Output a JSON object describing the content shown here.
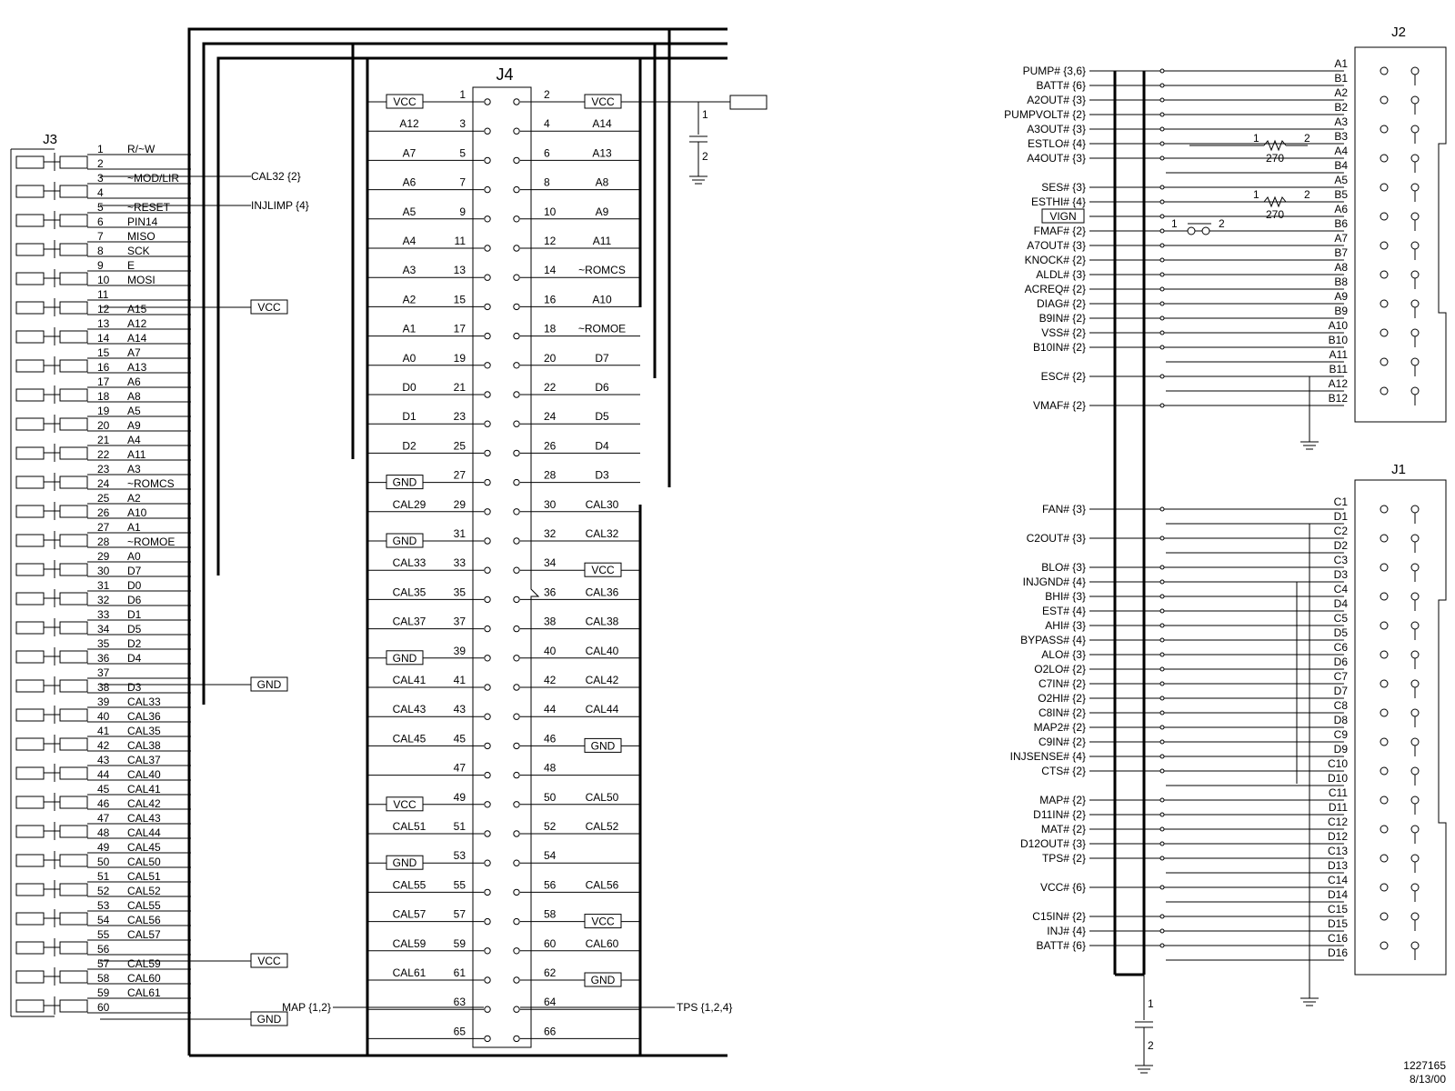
{
  "drawing": {
    "number": "1227165",
    "date": "8/13/00"
  },
  "j3": {
    "title": "J3",
    "pins": [
      {
        "n": "1",
        "label": "R/~W"
      },
      {
        "n": "2",
        "label": ""
      },
      {
        "n": "3",
        "label": "~MOD/LIR"
      },
      {
        "n": "4",
        "label": ""
      },
      {
        "n": "5",
        "label": "~RESET"
      },
      {
        "n": "6",
        "label": "PIN14"
      },
      {
        "n": "7",
        "label": "MISO"
      },
      {
        "n": "8",
        "label": "SCK"
      },
      {
        "n": "9",
        "label": "E"
      },
      {
        "n": "10",
        "label": "MOSI"
      },
      {
        "n": "11",
        "label": ""
      },
      {
        "n": "12",
        "label": "A15"
      },
      {
        "n": "13",
        "label": "A12"
      },
      {
        "n": "14",
        "label": "A14"
      },
      {
        "n": "15",
        "label": "A7"
      },
      {
        "n": "16",
        "label": "A13"
      },
      {
        "n": "17",
        "label": "A6"
      },
      {
        "n": "18",
        "label": "A8"
      },
      {
        "n": "19",
        "label": "A5"
      },
      {
        "n": "20",
        "label": "A9"
      },
      {
        "n": "21",
        "label": "A4"
      },
      {
        "n": "22",
        "label": "A11"
      },
      {
        "n": "23",
        "label": "A3"
      },
      {
        "n": "24",
        "label": "~ROMCS"
      },
      {
        "n": "25",
        "label": "A2"
      },
      {
        "n": "26",
        "label": "A10"
      },
      {
        "n": "27",
        "label": "A1"
      },
      {
        "n": "28",
        "label": "~ROMOE"
      },
      {
        "n": "29",
        "label": "A0"
      },
      {
        "n": "30",
        "label": "D7"
      },
      {
        "n": "31",
        "label": "D0"
      },
      {
        "n": "32",
        "label": "D6"
      },
      {
        "n": "33",
        "label": "D1"
      },
      {
        "n": "34",
        "label": "D5"
      },
      {
        "n": "35",
        "label": "D2"
      },
      {
        "n": "36",
        "label": "D4"
      },
      {
        "n": "37",
        "label": ""
      },
      {
        "n": "38",
        "label": "D3"
      },
      {
        "n": "39",
        "label": "CAL33"
      },
      {
        "n": "40",
        "label": "CAL36"
      },
      {
        "n": "41",
        "label": "CAL35"
      },
      {
        "n": "42",
        "label": "CAL38"
      },
      {
        "n": "43",
        "label": "CAL37"
      },
      {
        "n": "44",
        "label": "CAL40"
      },
      {
        "n": "45",
        "label": "CAL41"
      },
      {
        "n": "46",
        "label": "CAL42"
      },
      {
        "n": "47",
        "label": "CAL43"
      },
      {
        "n": "48",
        "label": "CAL44"
      },
      {
        "n": "49",
        "label": "CAL45"
      },
      {
        "n": "50",
        "label": "CAL50"
      },
      {
        "n": "51",
        "label": "CAL51"
      },
      {
        "n": "52",
        "label": "CAL52"
      },
      {
        "n": "53",
        "label": "CAL55"
      },
      {
        "n": "54",
        "label": "CAL56"
      },
      {
        "n": "55",
        "label": "CAL57"
      },
      {
        "n": "56",
        "label": ""
      },
      {
        "n": "57",
        "label": "CAL59"
      },
      {
        "n": "58",
        "label": "CAL60"
      },
      {
        "n": "59",
        "label": "CAL61"
      },
      {
        "n": "60",
        "label": ""
      }
    ],
    "nets": {
      "cal32": "CAL32 {2}",
      "injlimp": "INJLIMP {4}",
      "vcc1": "VCC",
      "gnd1": "GND",
      "vcc2": "VCC",
      "gnd2": "GND"
    },
    "map": "MAP {1,2}"
  },
  "j4": {
    "title": "J4",
    "left": [
      {
        "n": "1",
        "sig": "VCC",
        "box": true
      },
      {
        "n": "3",
        "sig": "A12"
      },
      {
        "n": "5",
        "sig": "A7"
      },
      {
        "n": "7",
        "sig": "A6"
      },
      {
        "n": "9",
        "sig": "A5"
      },
      {
        "n": "11",
        "sig": "A4"
      },
      {
        "n": "13",
        "sig": "A3"
      },
      {
        "n": "15",
        "sig": "A2"
      },
      {
        "n": "17",
        "sig": "A1"
      },
      {
        "n": "19",
        "sig": "A0"
      },
      {
        "n": "21",
        "sig": "D0"
      },
      {
        "n": "23",
        "sig": "D1"
      },
      {
        "n": "25",
        "sig": "D2"
      },
      {
        "n": "27",
        "sig": "GND",
        "box": true
      },
      {
        "n": "29",
        "sig": "CAL29"
      },
      {
        "n": "31",
        "sig": "GND",
        "box": true
      },
      {
        "n": "33",
        "sig": "CAL33"
      },
      {
        "n": "35",
        "sig": "CAL35"
      },
      {
        "n": "37",
        "sig": "CAL37"
      },
      {
        "n": "39",
        "sig": "GND",
        "box": true
      },
      {
        "n": "41",
        "sig": "CAL41"
      },
      {
        "n": "43",
        "sig": "CAL43"
      },
      {
        "n": "45",
        "sig": "CAL45"
      },
      {
        "n": "47",
        "sig": ""
      },
      {
        "n": "49",
        "sig": "VCC",
        "box": true
      },
      {
        "n": "51",
        "sig": "CAL51"
      },
      {
        "n": "53",
        "sig": "GND",
        "box": true
      },
      {
        "n": "55",
        "sig": "CAL55"
      },
      {
        "n": "57",
        "sig": "CAL57"
      },
      {
        "n": "59",
        "sig": "CAL59"
      },
      {
        "n": "61",
        "sig": "CAL61"
      },
      {
        "n": "63",
        "sig": ""
      },
      {
        "n": "65",
        "sig": ""
      }
    ],
    "right": [
      {
        "n": "2",
        "sig": "VCC",
        "box": true
      },
      {
        "n": "4",
        "sig": "A14"
      },
      {
        "n": "6",
        "sig": "A13"
      },
      {
        "n": "8",
        "sig": "A8"
      },
      {
        "n": "10",
        "sig": "A9"
      },
      {
        "n": "12",
        "sig": "A11"
      },
      {
        "n": "14",
        "sig": "~ROMCS"
      },
      {
        "n": "16",
        "sig": "A10"
      },
      {
        "n": "18",
        "sig": "~ROMOE"
      },
      {
        "n": "20",
        "sig": "D7"
      },
      {
        "n": "22",
        "sig": "D6"
      },
      {
        "n": "24",
        "sig": "D5"
      },
      {
        "n": "26",
        "sig": "D4"
      },
      {
        "n": "28",
        "sig": "D3"
      },
      {
        "n": "30",
        "sig": "CAL30"
      },
      {
        "n": "32",
        "sig": "CAL32"
      },
      {
        "n": "34",
        "sig": "VCC",
        "box": true
      },
      {
        "n": "36",
        "sig": "CAL36"
      },
      {
        "n": "38",
        "sig": "CAL38"
      },
      {
        "n": "40",
        "sig": "CAL40"
      },
      {
        "n": "42",
        "sig": "CAL42"
      },
      {
        "n": "44",
        "sig": "CAL44"
      },
      {
        "n": "46",
        "sig": "GND",
        "box": true
      },
      {
        "n": "48",
        "sig": ""
      },
      {
        "n": "50",
        "sig": "CAL50"
      },
      {
        "n": "52",
        "sig": "CAL52"
      },
      {
        "n": "54",
        "sig": ""
      },
      {
        "n": "56",
        "sig": "CAL56"
      },
      {
        "n": "58",
        "sig": "VCC",
        "box": true
      },
      {
        "n": "60",
        "sig": "CAL60"
      },
      {
        "n": "62",
        "sig": "GND",
        "box": true
      },
      {
        "n": "64",
        "sig": ""
      },
      {
        "n": "66",
        "sig": ""
      }
    ],
    "tps": "TPS {1,2,4}",
    "cap": {
      "p1": "1",
      "p2": "2"
    }
  },
  "j2": {
    "title": "J2",
    "signals": [
      "PUMP# {3,6}",
      "BATT# {6}",
      "A2OUT# {3}",
      "PUMPVOLT# {2}",
      "A3OUT# {3}",
      "ESTLO# {4}",
      "A4OUT# {3}",
      "",
      "SES# {3}",
      "ESTHI# {4}",
      "VIGN",
      "FMAF# {2}",
      "A7OUT# {3}",
      "KNOCK# {2}",
      "ALDL# {3}",
      "ACREQ# {2}",
      "DIAG# {2}",
      "B9IN# {2}",
      "VSS# {2}",
      "B10IN# {2}",
      "",
      "ESC# {2}",
      "",
      "VMAF# {2}"
    ],
    "pins": [
      "A1",
      "B1",
      "A2",
      "B2",
      "A3",
      "B3",
      "A4",
      "B4",
      "A5",
      "B5",
      "A6",
      "B6",
      "A7",
      "B7",
      "A8",
      "B8",
      "A9",
      "B9",
      "A10",
      "B10",
      "A11",
      "B11",
      "A12",
      "B12"
    ],
    "res1": {
      "p1": "1",
      "p2": "2",
      "val": "270"
    },
    "res2": {
      "p1": "1",
      "p2": "2",
      "val": "270"
    },
    "sw": {
      "p1": "1",
      "p2": "2"
    }
  },
  "j1": {
    "title": "J1",
    "signals": [
      "FAN# {3}",
      "",
      "C2OUT# {3}",
      "",
      "BLO# {3}",
      "INJGND# {4}",
      "BHI# {3}",
      "EST# {4}",
      "AHI# {3}",
      "BYPASS# {4}",
      "ALO# {3}",
      "O2LO# {2}",
      "C7IN# {2}",
      "O2HI# {2}",
      "C8IN# {2}",
      "MAP2# {2}",
      "C9IN# {2}",
      "INJSENSE# {4}",
      "CTS# {2}",
      "",
      "MAP# {2}",
      "D11IN# {2}",
      "MAT# {2}",
      "D12OUT# {3}",
      "TPS# {2}",
      "",
      "VCC# {6}",
      "",
      "C15IN# {2}",
      "INJ# {4}",
      "BATT# {6}"
    ],
    "pins": [
      "C1",
      "D1",
      "C2",
      "D2",
      "C3",
      "D3",
      "C4",
      "D4",
      "C5",
      "D5",
      "C6",
      "D6",
      "C7",
      "D7",
      "C8",
      "D8",
      "C9",
      "D9",
      "C10",
      "D10",
      "C11",
      "D11",
      "C12",
      "D12",
      "C13",
      "D13",
      "C14",
      "D14",
      "C15",
      "D15",
      "C16",
      "D16"
    ],
    "cap": {
      "p1": "1",
      "p2": "2"
    }
  }
}
